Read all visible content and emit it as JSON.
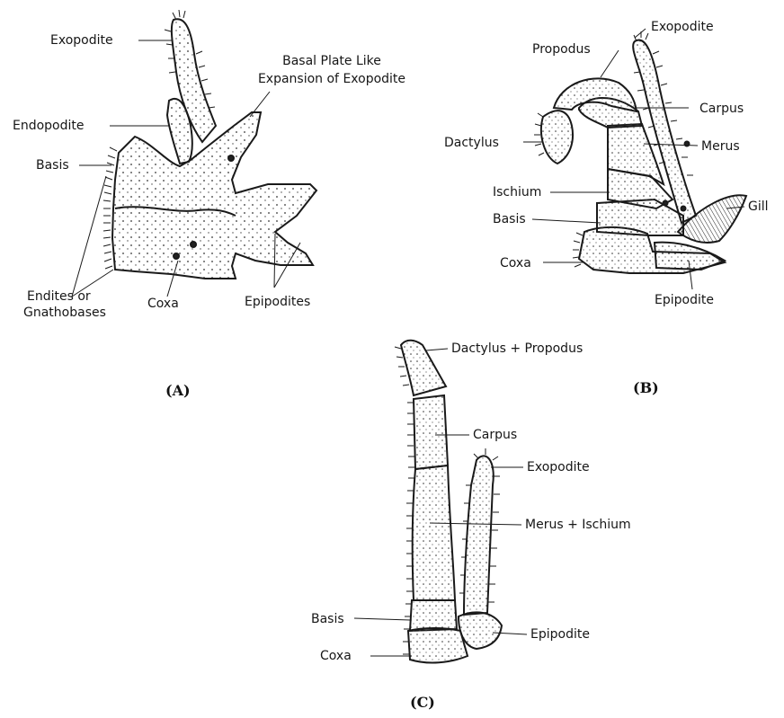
{
  "figure_a": {
    "caption": "(A)",
    "labels": {
      "exopodite": "Exopodite",
      "basal_plate_line1": "Basal Plate Like",
      "basal_plate_line2": "Expansion of Exopodite",
      "endopodite": "Endopodite",
      "basis": "Basis",
      "endites_line1": "Endites or",
      "endites_line2": "Gnathobases",
      "coxa": "Coxa",
      "epipodites": "Epipodites"
    }
  },
  "figure_b": {
    "caption": "(B)",
    "labels": {
      "exopodite": "Exopodite",
      "propodus": "Propodus",
      "carpus": "Carpus",
      "dactylus": "Dactylus",
      "merus": "Merus",
      "ischium": "Ischium",
      "gill": "Gill",
      "basis": "Basis",
      "coxa": "Coxa",
      "epipodite": "Epipodite"
    }
  },
  "figure_c": {
    "caption": "(C)",
    "labels": {
      "dactylus_propodus": "Dactylus + Propodus",
      "carpus": "Carpus",
      "exopodite": "Exopodite",
      "merus_ischium": "Merus + Ischium",
      "basis": "Basis",
      "epipodite": "Epipodite",
      "coxa": "Coxa"
    }
  },
  "colors": {
    "ink": "#1a1a1a",
    "fill": "#fafafa"
  }
}
